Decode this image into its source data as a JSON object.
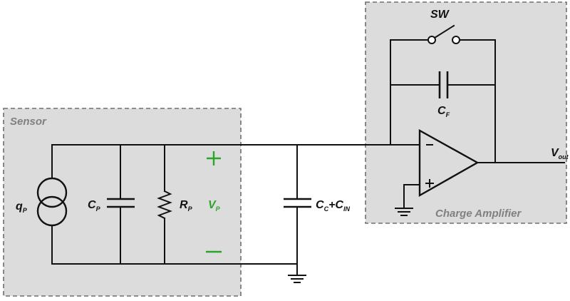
{
  "blocks": {
    "sensor": "Sensor",
    "amplifier": "Charge Amplifier"
  },
  "components": {
    "source": {
      "main": "q",
      "sub": "P"
    },
    "cp": {
      "main": "C",
      "sub": "P"
    },
    "rp": {
      "main": "R",
      "sub": "P"
    },
    "vp": {
      "main": "V",
      "sub": "P"
    },
    "cc": {
      "main": "C",
      "sub": "C",
      "plus": "+",
      "main2": "C",
      "sub2": "IN"
    },
    "cf": {
      "main": "C",
      "sub": "F"
    },
    "sw": "SW",
    "vout": {
      "main": "V",
      "sub": "out"
    }
  },
  "colors": {
    "box_fill": "#dcdcdc",
    "box_border": "#6e6e6e",
    "voltage_label": "#2aa52a",
    "wire": "#111111"
  }
}
